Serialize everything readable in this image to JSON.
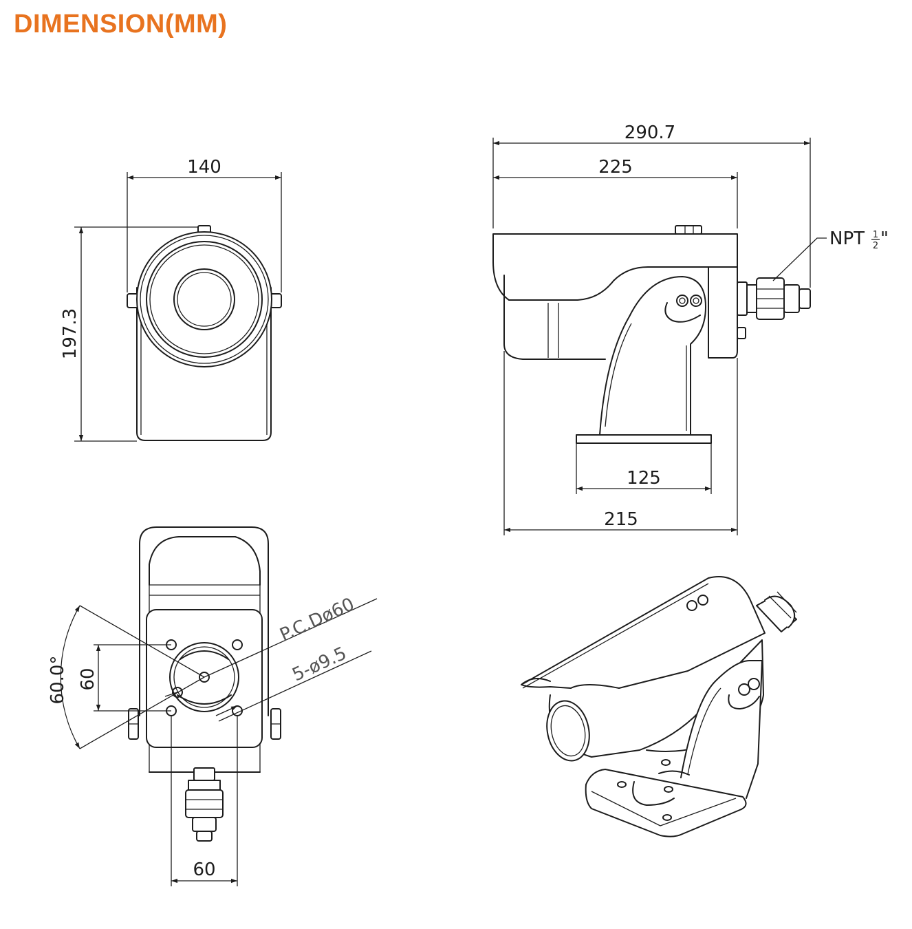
{
  "title": "DIMENSION(MM)",
  "colors": {
    "title": "#e8731f",
    "line": "#1c1c1c"
  },
  "front_view": {
    "width": "140",
    "height": "197.3"
  },
  "side_view": {
    "overall_length": "290.7",
    "housing_length": "225",
    "base_width": "125",
    "mount_length": "215",
    "connector_label": "NPT",
    "connector_frac_num": "1",
    "connector_frac_den": "2",
    "connector_frac_unit": "\""
  },
  "bottom_view": {
    "pcd": "P.C.Dø60",
    "holes": "5-ø9.5",
    "angle": "60.0°",
    "vertical_spacing": "60",
    "horizontal_spacing": "60"
  }
}
